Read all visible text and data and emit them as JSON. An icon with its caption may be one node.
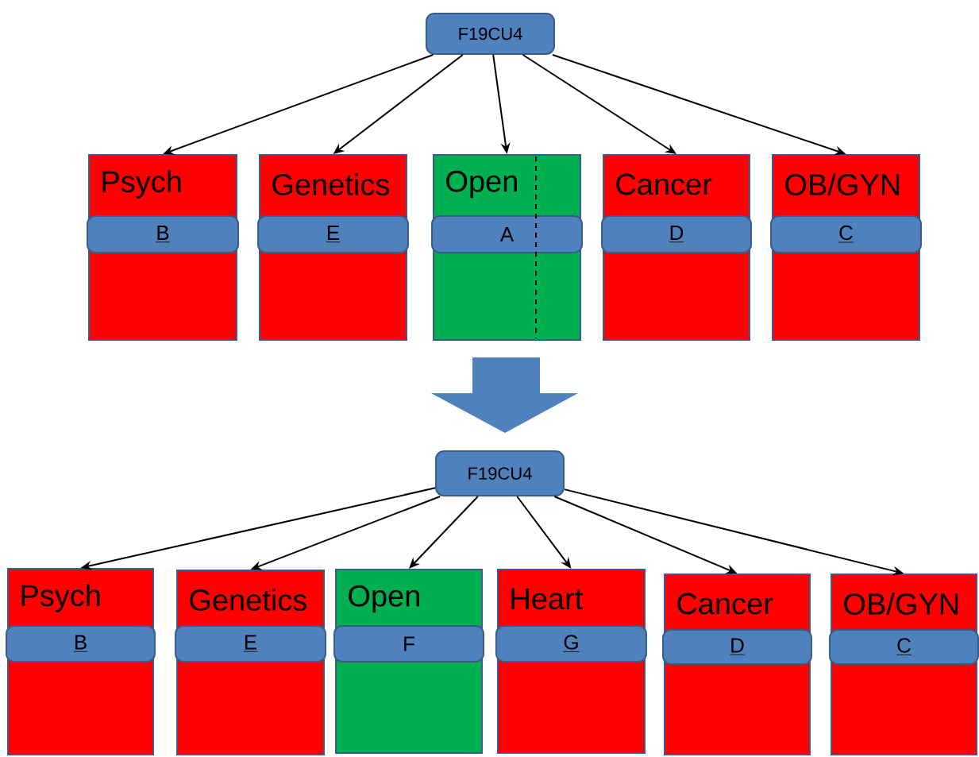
{
  "diagram": {
    "nodes": [
      {
        "text": [
          "F19CU4"
        ]
      },
      {
        "text": [
          "Psych"
        ]
      },
      {
        "text": [
          "B"
        ],
        "in": 1
      },
      {
        "text": [
          "Genetics"
        ]
      },
      {
        "text": [
          "E"
        ],
        "in": 3
      },
      {
        "text": [
          "Open"
        ]
      },
      {
        "text": [
          "A"
        ],
        "in": 5
      },
      {
        "text": [
          "Cancer"
        ]
      },
      {
        "text": [
          "D"
        ],
        "in": 7
      },
      {
        "text": [
          "OB/GYN"
        ]
      },
      {
        "text": [
          "C"
        ],
        "in": 9
      },
      {
        "text": [
          "F19CU4"
        ]
      },
      {
        "text": [
          "Psych"
        ]
      },
      {
        "text": [
          "B"
        ],
        "in": 12
      },
      {
        "text": [
          "Genetics"
        ]
      },
      {
        "text": [
          "E"
        ],
        "in": 14
      },
      {
        "text": [
          "Open"
        ]
      },
      {
        "text": [
          "F"
        ],
        "in": 16
      },
      {
        "text": [
          "Heart"
        ]
      },
      {
        "text": [
          "G"
        ],
        "in": 18
      },
      {
        "text": [
          "Cancer"
        ]
      },
      {
        "text": [
          "D"
        ],
        "in": 20
      },
      {
        "text": [
          "OB/GYN"
        ]
      },
      {
        "text": [
          "C"
        ],
        "in": 22
      }
    ],
    "edges": [
      {
        "from": 0,
        "to": 1,
        "arrow": "to"
      },
      {
        "from": 0,
        "to": 3,
        "arrow": "to"
      },
      {
        "from": 0,
        "to": 5,
        "arrow": "to"
      },
      {
        "from": 0,
        "to": 7,
        "arrow": "to"
      },
      {
        "from": 0,
        "to": 9,
        "arrow": "to"
      },
      {
        "from": 11,
        "to": 12,
        "arrow": "to"
      },
      {
        "from": 11,
        "to": 14,
        "arrow": "to"
      },
      {
        "from": 11,
        "to": 16,
        "arrow": "to"
      },
      {
        "from": 11,
        "to": 18,
        "arrow": "to"
      },
      {
        "from": 11,
        "to": 20,
        "arrow": "to"
      },
      {
        "from": 11,
        "to": 22,
        "arrow": "to"
      }
    ]
  }
}
